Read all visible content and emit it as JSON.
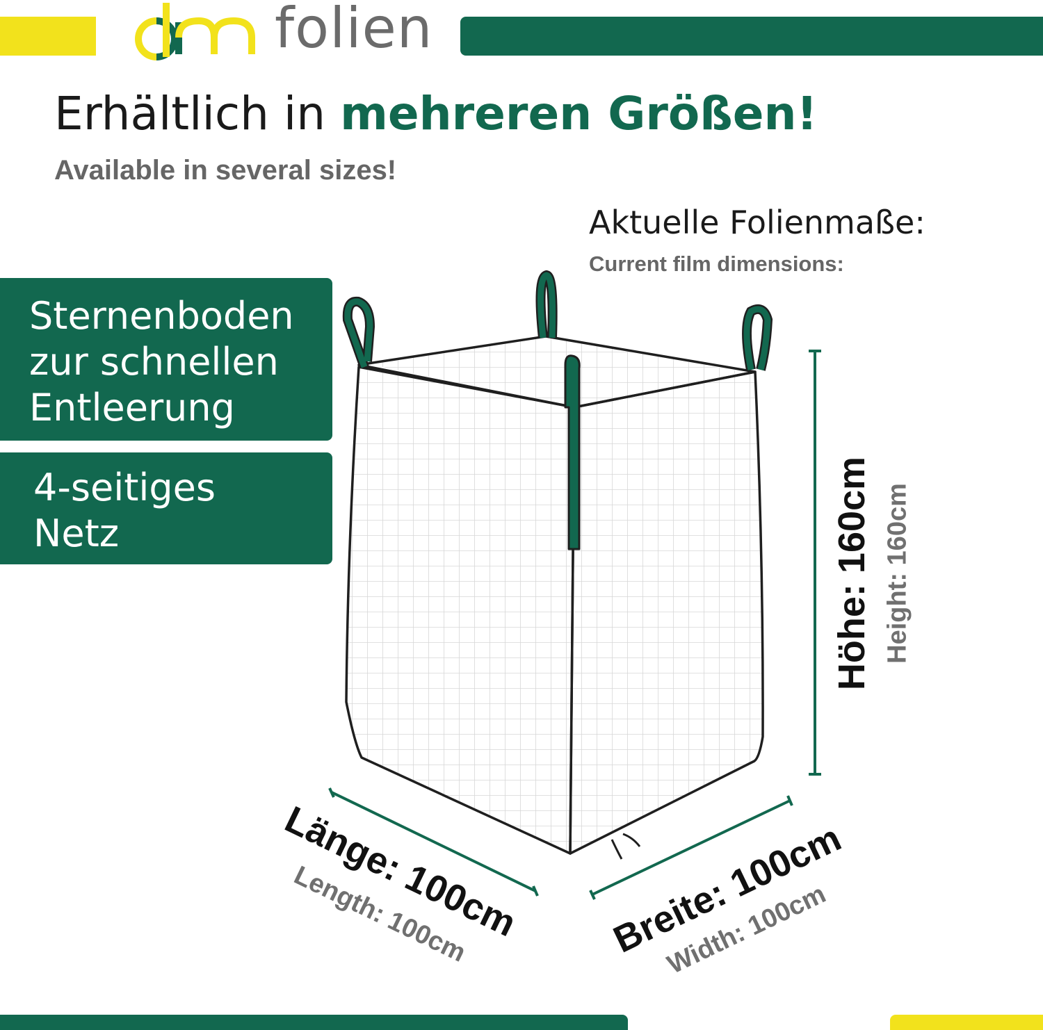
{
  "colors": {
    "brand_green": "#12684f",
    "brand_yellow": "#f2e21c",
    "logo_gray": "#6b6b6b",
    "text_dark": "#1a1a1a",
    "text_gray": "#666666"
  },
  "header": {
    "logo_word": "folien"
  },
  "headline": {
    "prefix": "Erhältlich in ",
    "accent": "mehreren Größen!",
    "subtitle": "Available in several sizes!"
  },
  "dimensions_heading": {
    "title": "Aktuelle Folienmaße:",
    "subtitle": "Current film dimensions:"
  },
  "features": [
    {
      "lines": [
        "Sternenboden",
        "zur schnellen",
        "Entleerung"
      ]
    },
    {
      "lines": [
        "4-seitiges",
        "Netz"
      ]
    }
  ],
  "measurements": {
    "height": {
      "label": "Höhe: 160cm",
      "sublabel": "Height: 160cm"
    },
    "length": {
      "label": "Länge: 100cm",
      "sublabel": "Length: 100cm"
    },
    "width": {
      "label": "Breite: 100cm",
      "sublabel": "Width: 100cm"
    }
  },
  "icons": {
    "logo": "dm-logo-icon",
    "product": "big-bag-icon"
  }
}
